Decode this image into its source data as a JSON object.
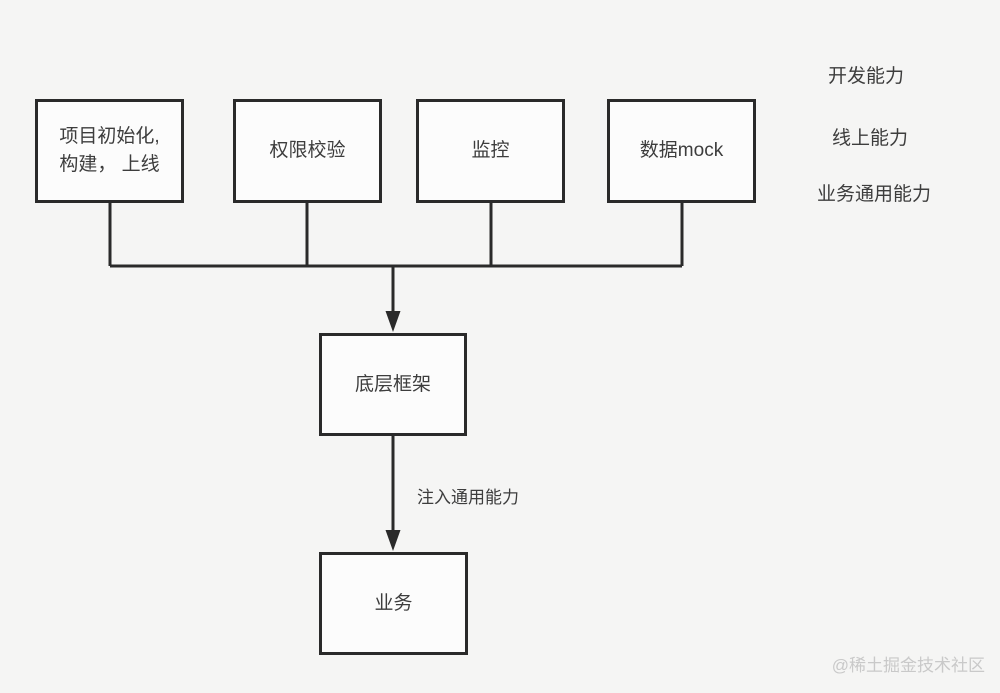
{
  "diagram": {
    "top_boxes": [
      {
        "id": "project-init",
        "label": "项目初始化,\n构建， 上线"
      },
      {
        "id": "permission-check",
        "label": "权限校验"
      },
      {
        "id": "monitoring",
        "label": "监控"
      },
      {
        "id": "data-mock",
        "label": "数据mock"
      }
    ],
    "side_labels": [
      {
        "id": "dev-capability",
        "label": "开发能力"
      },
      {
        "id": "online-capability",
        "label": "线上能力"
      },
      {
        "id": "business-common-capability",
        "label": "业务通用能力"
      }
    ],
    "framework_box": {
      "label": "底层框架"
    },
    "business_box": {
      "label": "业务"
    },
    "edge_label": "注入通用能力",
    "colors": {
      "background": "#f5f5f4",
      "box_fill": "#fcfcfc",
      "line": "#2a2a2a",
      "text": "#3d3d3d",
      "watermark": "#c9c9c9"
    }
  },
  "watermark": "@稀土掘金技术社区"
}
